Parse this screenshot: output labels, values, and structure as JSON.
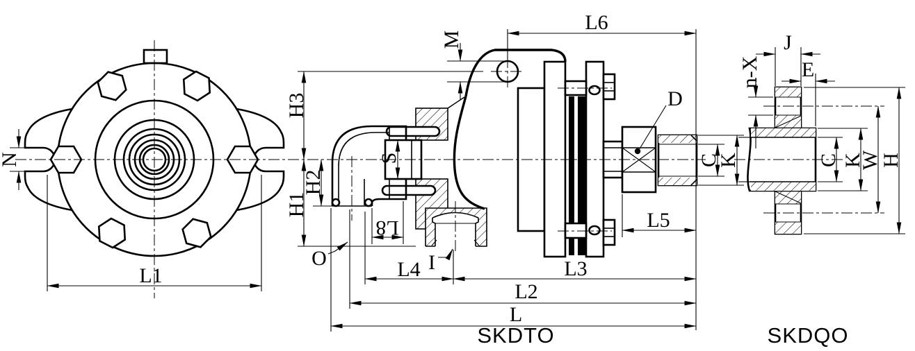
{
  "drawing": {
    "paper_color": "#ffffff",
    "ink_color": "#000000",
    "views": {
      "front": {
        "dims": {
          "n": "N",
          "l1": "L1"
        }
      },
      "section": {
        "model": "SKDTO",
        "dims": {
          "m": "M",
          "l6": "L6",
          "h3": "H3",
          "h2": "H2",
          "h1": "H1",
          "s": "S",
          "l8": "L8",
          "l4": "L4",
          "l5": "L5",
          "l3": "L3",
          "l2": "L2",
          "l": "L",
          "c": "C",
          "k": "K"
        },
        "callouts": {
          "o": "O",
          "i": "I",
          "d": "D"
        }
      },
      "flange": {
        "model": "SKDQO",
        "dims": {
          "j": "J",
          "e": "E",
          "nx": "n-X",
          "c": "C",
          "k": "K",
          "w": "W",
          "h": "H"
        }
      }
    }
  }
}
